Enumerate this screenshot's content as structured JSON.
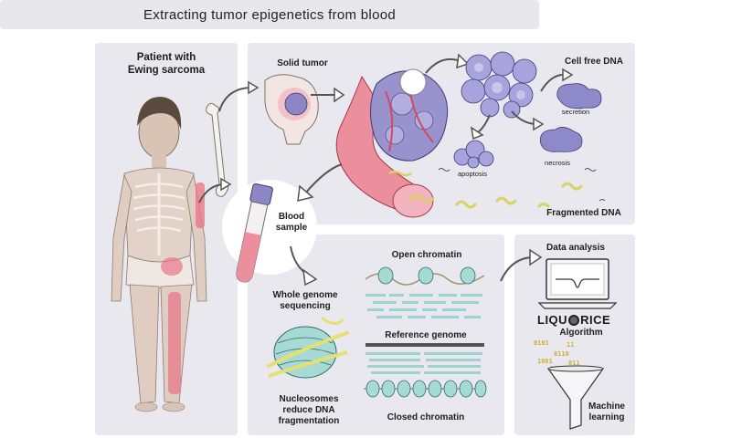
{
  "title": "Extracting tumor epigenetics from blood",
  "patient": {
    "label_line1": "Patient with",
    "label_line2": "Ewing sarcoma"
  },
  "tumor": {
    "solid_tumor": "Solid tumor",
    "cell_free_dna": "Cell free DNA",
    "secretion": "secretion",
    "apoptosis": "apoptosis",
    "necrosis": "necrosis",
    "fragmented_dna": "Fragmented DNA"
  },
  "blood": {
    "line1": "Blood",
    "line2": "sample"
  },
  "sequencing": {
    "wgs_line1": "Whole genome",
    "wgs_line2": "sequencing",
    "open_chromatin": "Open chromatin",
    "reference_genome": "Reference genome",
    "closed_chromatin": "Closed chromatin",
    "nuc_line1": "Nucleosomes",
    "nuc_line2": "reduce DNA",
    "nuc_line3": "fragmentation"
  },
  "analysis": {
    "data_analysis": "Data analysis",
    "logo_left": "LIQU",
    "logo_right": "RICE",
    "algorithm": "Algorithm",
    "ml_line1": "Machine",
    "ml_line2": "learning"
  },
  "colors": {
    "panel": "#e9e8ee",
    "tumor_purple": "#9490c9",
    "vessel_red": "#e8788a",
    "dna_yellow": "#e6df72",
    "chromatin_teal": "#9fd3cf"
  }
}
